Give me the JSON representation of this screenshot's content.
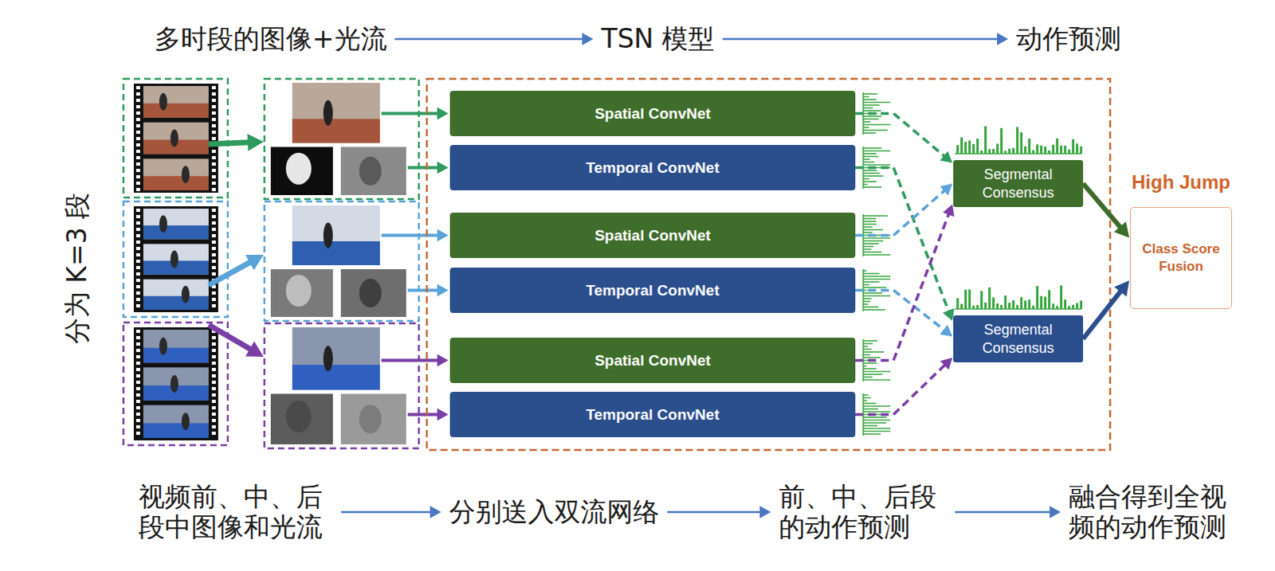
{
  "diagram": {
    "nodes": [
      {
        "text": [
          "多时段的图像+光流"
        ]
      },
      {
        "text": [
          "TSN 模型"
        ]
      },
      {
        "text": [
          "动作预测"
        ]
      },
      {
        "text": [
          "Spatial ConvNet"
        ]
      },
      {
        "text": [
          "Temporal ConvNet"
        ]
      },
      {
        "text": [
          "Spatial ConvNet"
        ]
      },
      {
        "text": [
          "Temporal ConvNet"
        ]
      },
      {
        "text": [
          "Spatial ConvNet"
        ]
      },
      {
        "text": [
          "Temporal ConvNet"
        ]
      },
      {
        "text": [
          "Segmental Consensus"
        ]
      },
      {
        "text": [
          "Segmental Consensus"
        ]
      },
      {
        "text": [
          "High Jump",
          "Class Score Fusion"
        ]
      },
      {
        "text": [
          "视频前、中、后 段中图像和光流"
        ]
      },
      {
        "text": [
          "分别送入双流网络"
        ]
      },
      {
        "text": [
          "前、中、后段 的动作预测"
        ]
      },
      {
        "text": [
          "融合得到全视 频的动作预测"
        ]
      }
    ],
    "edges": [
      {
        "from": 0,
        "to": 1,
        "arrow": "to"
      },
      {
        "from": 1,
        "to": 2,
        "arrow": "to"
      },
      {
        "from": 3,
        "to": 9,
        "arrow": "to"
      },
      {
        "from": 4,
        "to": 10,
        "arrow": "to"
      },
      {
        "from": 5,
        "to": 9,
        "arrow": "to"
      },
      {
        "from": 6,
        "to": 10,
        "arrow": "to"
      },
      {
        "from": 7,
        "to": 9,
        "arrow": "to"
      },
      {
        "from": 8,
        "to": 10,
        "arrow": "to"
      },
      {
        "from": 9,
        "to": 11,
        "arrow": "to"
      },
      {
        "from": 10,
        "to": 11,
        "arrow": "to"
      },
      {
        "from": 12,
        "to": 13,
        "arrow": "to"
      },
      {
        "from": 13,
        "to": 14,
        "arrow": "to"
      },
      {
        "from": 14,
        "to": 15,
        "arrow": "to"
      }
    ],
    "labels": [
      "分为 K=3 段"
    ]
  }
}
